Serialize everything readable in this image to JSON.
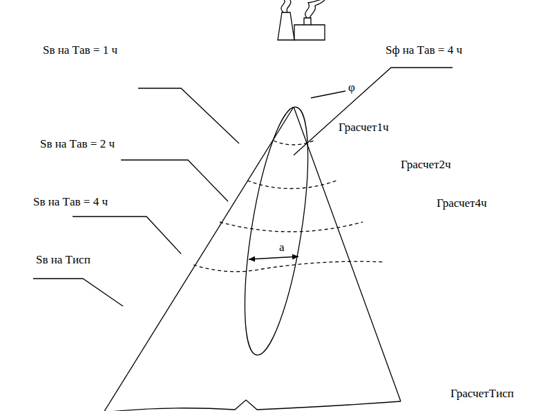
{
  "diagram": {
    "labels": [
      "Sв на Tав = 1 ч",
      "Sв на Tав = 2 ч",
      "Sв на Tав = 4 ч",
      "Sв на Tисп",
      "Sф на Tав = 4 ч",
      "φ",
      "a",
      "Грасчет1ч",
      "Грасчет2ч",
      "Грасчет4ч",
      "ГрасчетTисп"
    ]
  }
}
